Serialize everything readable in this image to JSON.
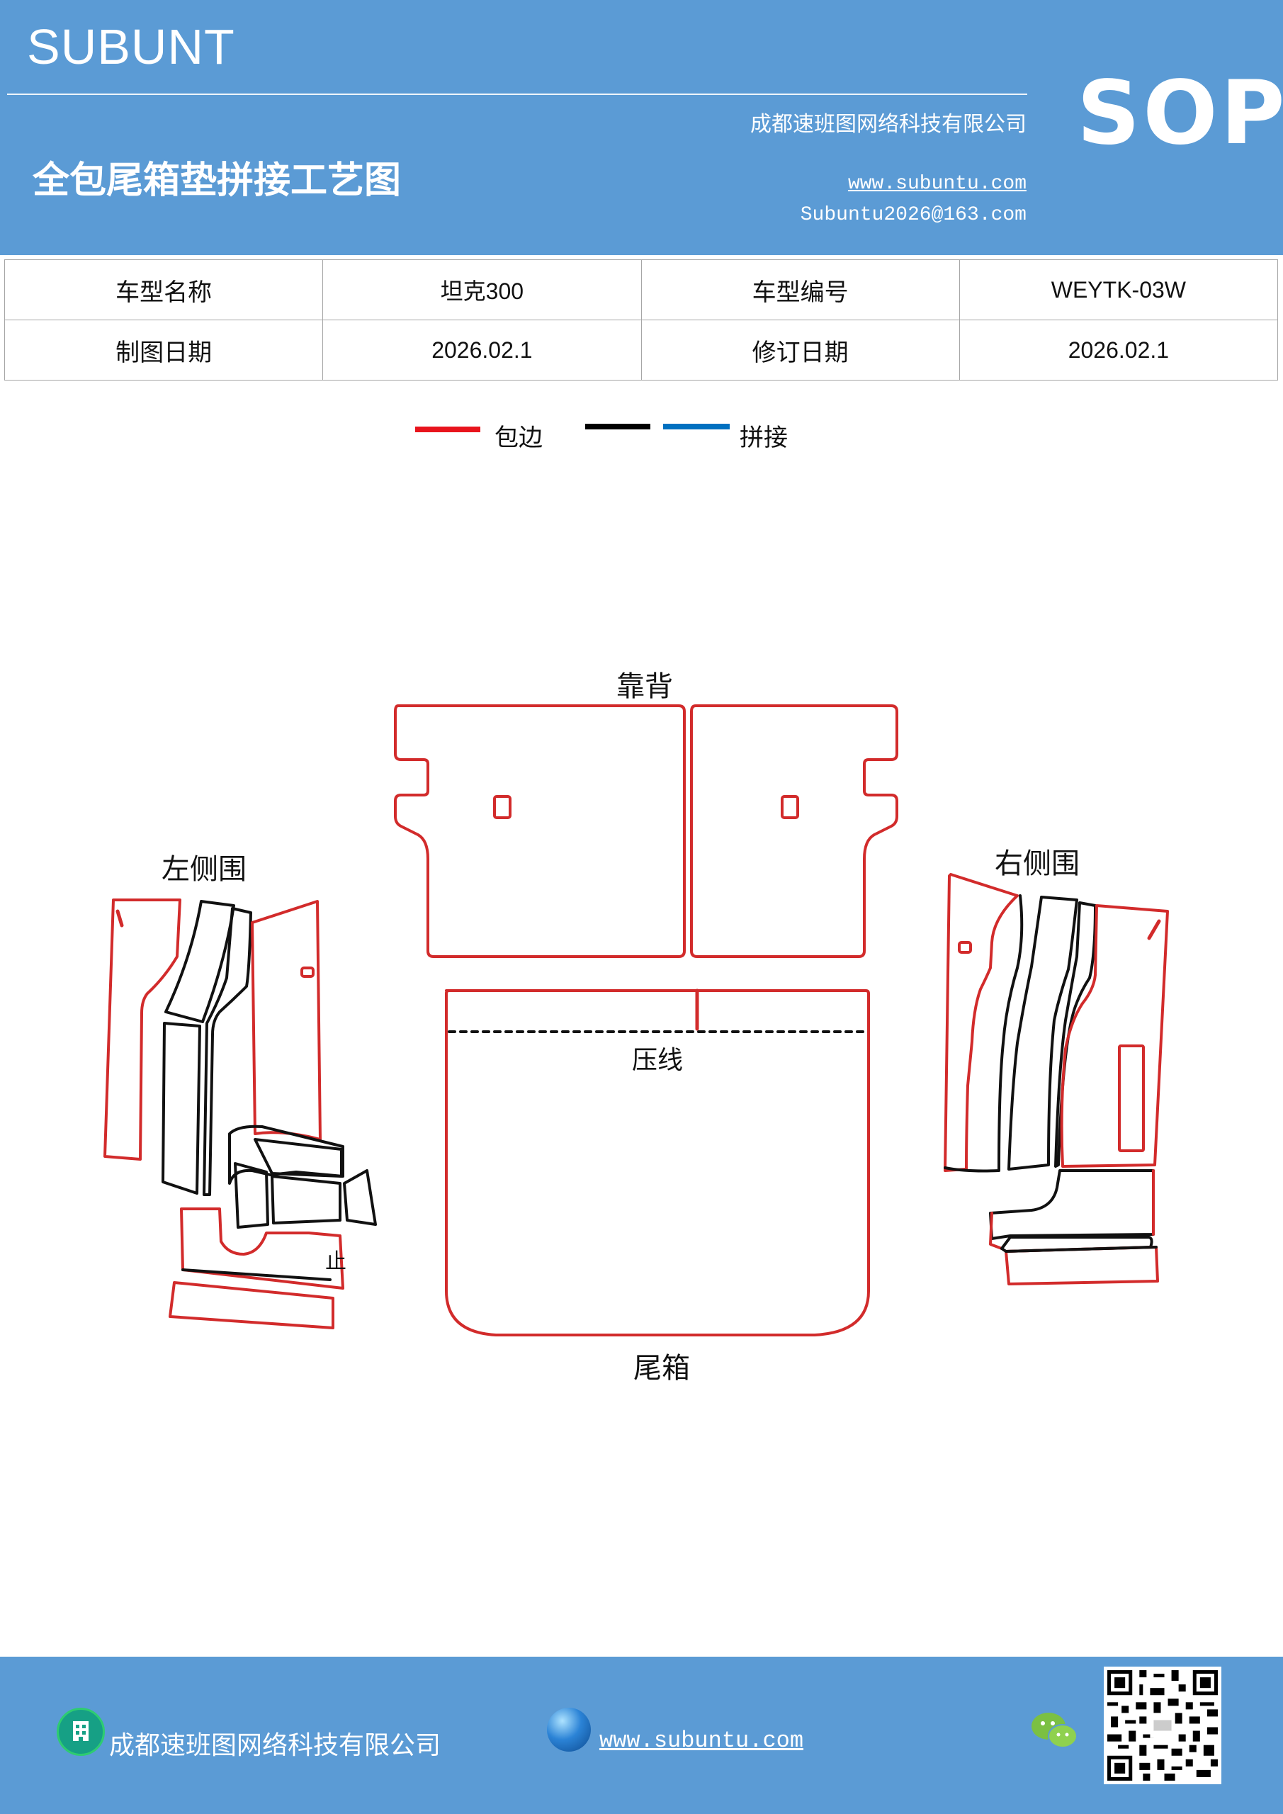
{
  "header": {
    "brand": "SUBUNT",
    "company": "成都速班图网络科技有限公司",
    "title": "全包尾箱垫拼接工艺图",
    "website": "www.subuntu.com",
    "email": "Subuntu2026@163.com",
    "badge": "SOP"
  },
  "info": {
    "rows": [
      [
        "车型名称",
        "坦克300",
        "车型编号",
        "WEYTK-03W"
      ],
      [
        "制图日期",
        "2026.02.1",
        "修订日期",
        "2026.02.1"
      ]
    ]
  },
  "legend": {
    "items": [
      {
        "label": "包边",
        "color": "#e8141c"
      },
      {
        "label": "",
        "color": "#000000"
      },
      {
        "label": "拼接",
        "color": "#0070c0"
      }
    ]
  },
  "diagram": {
    "labels": {
      "backrest": "靠背",
      "left_side": "左侧围",
      "right_side": "右侧围",
      "crease": "压线",
      "trunk": "尾箱",
      "left_small": "止"
    },
    "colors": {
      "edge": "#d22b2b",
      "seam": "#111111"
    }
  },
  "footer": {
    "company": "成都速班图网络科技有限公司",
    "website": "www.subuntu.com"
  },
  "icons": [
    "building-icon",
    "globe-icon",
    "wechat-icon",
    "qr-code"
  ]
}
